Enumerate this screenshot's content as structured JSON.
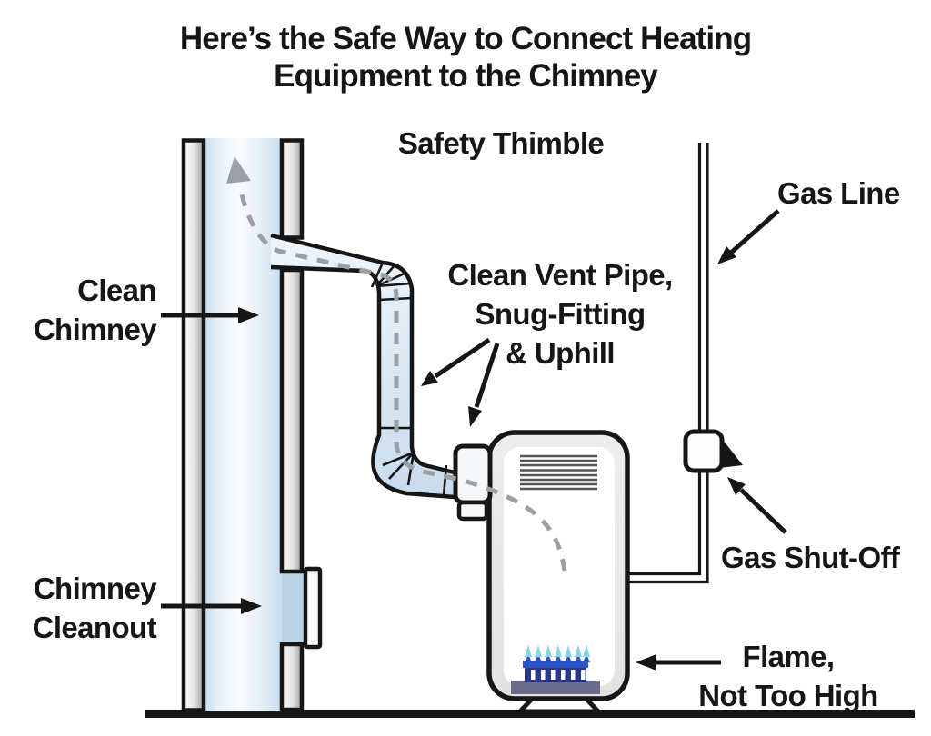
{
  "title": {
    "line1": "Here’s the Safe Way to Connect Heating",
    "line2": "Equipment to the Chimney"
  },
  "labels": {
    "safety_thimble": "Safety Thimble",
    "gas_line": "Gas Line",
    "clean_chimney_line1": "Clean",
    "clean_chimney_line2": "Chimney",
    "vent_line1": "Clean Vent Pipe,",
    "vent_line2": "Snug-Fitting",
    "vent_line3": "& Uphill",
    "cleanout_line1": "Chimney",
    "cleanout_line2": "Cleanout",
    "gas_shutoff": "Gas Shut-Off",
    "flame_line1": "Flame,",
    "flame_line2": "Not Too High"
  },
  "colors": {
    "outline": "#161616",
    "dash_gray": "#9aa0a6",
    "flame_tip": "#8bd5e8",
    "flame_blue": "#2d54c6",
    "burner_navy": "#2b378e",
    "burner_base": "#6b6b8e",
    "cleanout_blue": "#bcd4e6"
  }
}
